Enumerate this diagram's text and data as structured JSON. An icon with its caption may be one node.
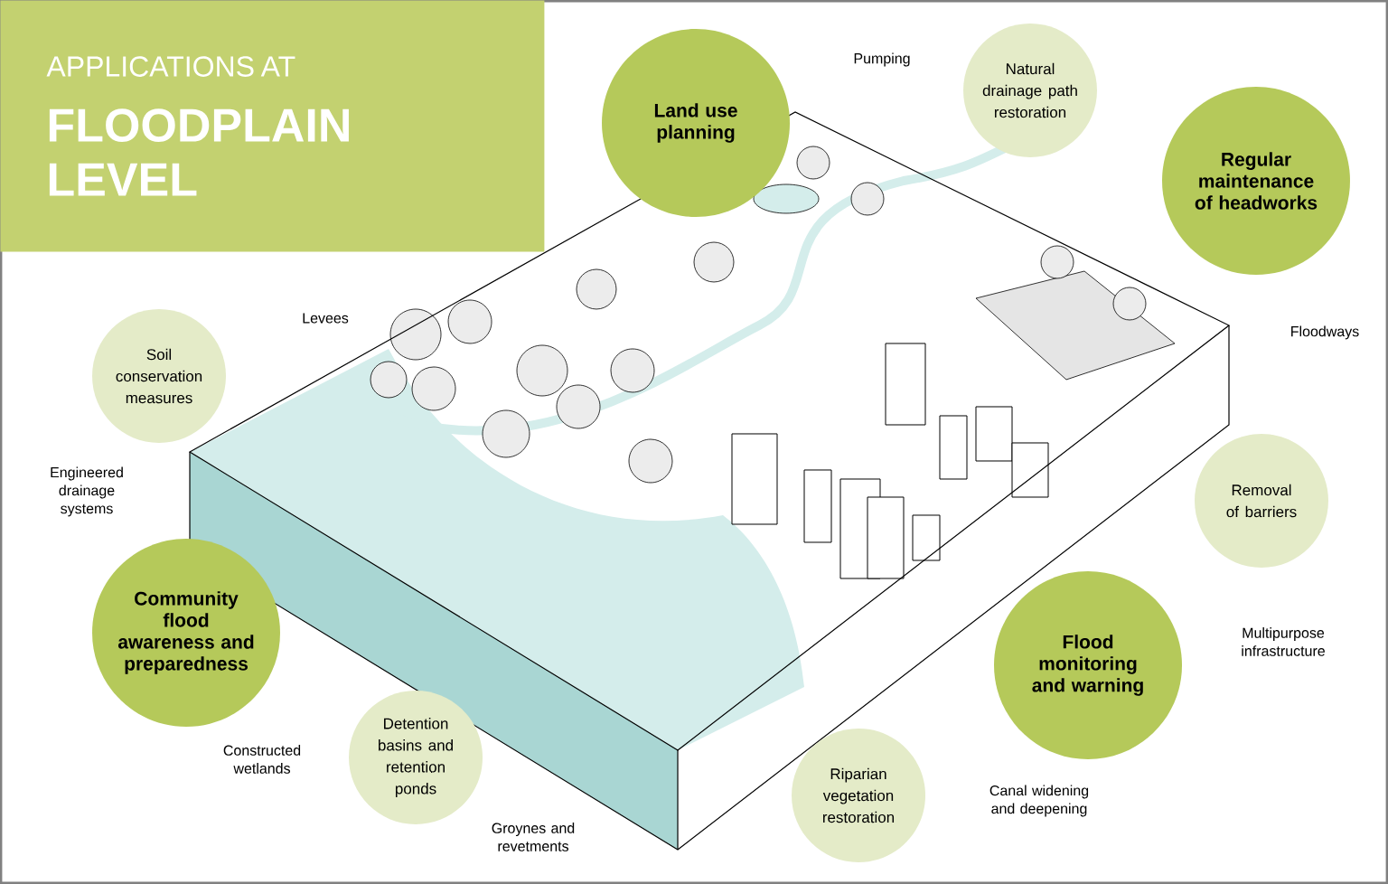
{
  "diagram": {
    "nodes": [
      {
        "text": [
          "APPLICATIONS AT",
          "FLOODPLAIN LEVEL"
        ]
      },
      {
        "text": [
          "Land use planning"
        ]
      },
      {
        "text": [
          "Natural drainage path restoration"
        ]
      },
      {
        "text": [
          "Regular maintenance of headworks"
        ]
      },
      {
        "text": [
          "Soil conservation measures"
        ]
      },
      {
        "text": [
          "Removal of barriers"
        ]
      },
      {
        "text": [
          "Community flood awareness and preparedness"
        ]
      },
      {
        "text": [
          "Flood monitoring and warning"
        ]
      },
      {
        "text": [
          "Detention basins and retention ponds"
        ]
      },
      {
        "text": [
          "Riparian vegetation restoration"
        ]
      }
    ],
    "labels": [
      "Pumping",
      "Levees",
      "Floodways",
      "Engineered drainage systems",
      "Multipurpose infrastructure",
      "Constructed wetlands",
      "Canal widening and deepening",
      "Groynes and revetments"
    ]
  }
}
